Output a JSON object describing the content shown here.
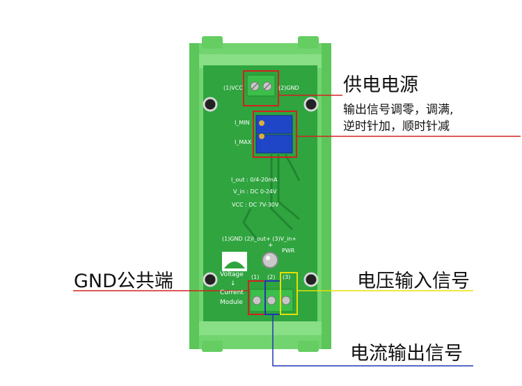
{
  "callouts": {
    "power": "供电电源",
    "adjust_line1": "输出信号调零，调满,",
    "adjust_line2": "逆时针加，顺时针减",
    "gnd": "GND公共端",
    "voltage_in": "电压输入信号",
    "current_out": "电流输出信号"
  },
  "board": {
    "vcc": "(1)VCC",
    "gnd": "(2)GND",
    "i_min": "I_MIN",
    "i_max": "I_MAX",
    "spec_iout": "I_out : 0/4-20mA",
    "spec_vin": "V_in : DC 0-24V",
    "spec_vcc": "VCC : DC 7V-30V",
    "pins_row": "(1)GND   (2)I_out+  (3)V_in+",
    "plus": "+",
    "pwr": "PWR",
    "t1": "(1)",
    "t2": "(2)",
    "t3": "(3)",
    "module_l1": "Voltage",
    "module_arrow": "↓",
    "module_l2": "Current",
    "module_l3": "Module"
  },
  "colors": {
    "pcb": "#39b54a",
    "rail": "#7fd87c",
    "highlight_red": "#d32020",
    "highlight_blue": "#1f35b5",
    "highlight_yellow": "#e8e000"
  }
}
